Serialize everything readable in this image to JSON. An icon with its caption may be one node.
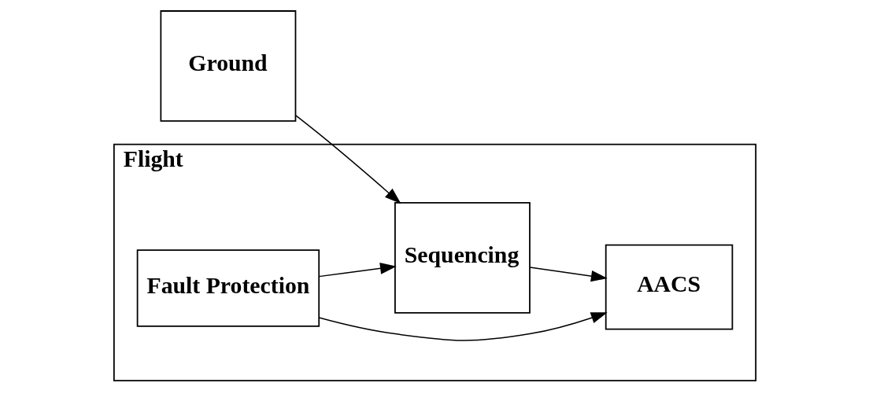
{
  "diagram": {
    "nodes": [
      {
        "text": [
          "Ground"
        ]
      },
      {
        "text": [
          "Flight"
        ]
      },
      {
        "text": [
          "Fault Protection"
        ],
        "in": 1
      },
      {
        "text": [
          "Sequencing"
        ],
        "in": 1
      },
      {
        "text": [
          "AACS"
        ],
        "in": 1
      }
    ],
    "edges": [
      {
        "from": 0,
        "to": 3,
        "arrow": "to"
      },
      {
        "from": 2,
        "to": 3,
        "arrow": "to"
      },
      {
        "from": 2,
        "to": 4,
        "arrow": "to"
      },
      {
        "from": 3,
        "to": 4,
        "arrow": "to"
      }
    ]
  }
}
